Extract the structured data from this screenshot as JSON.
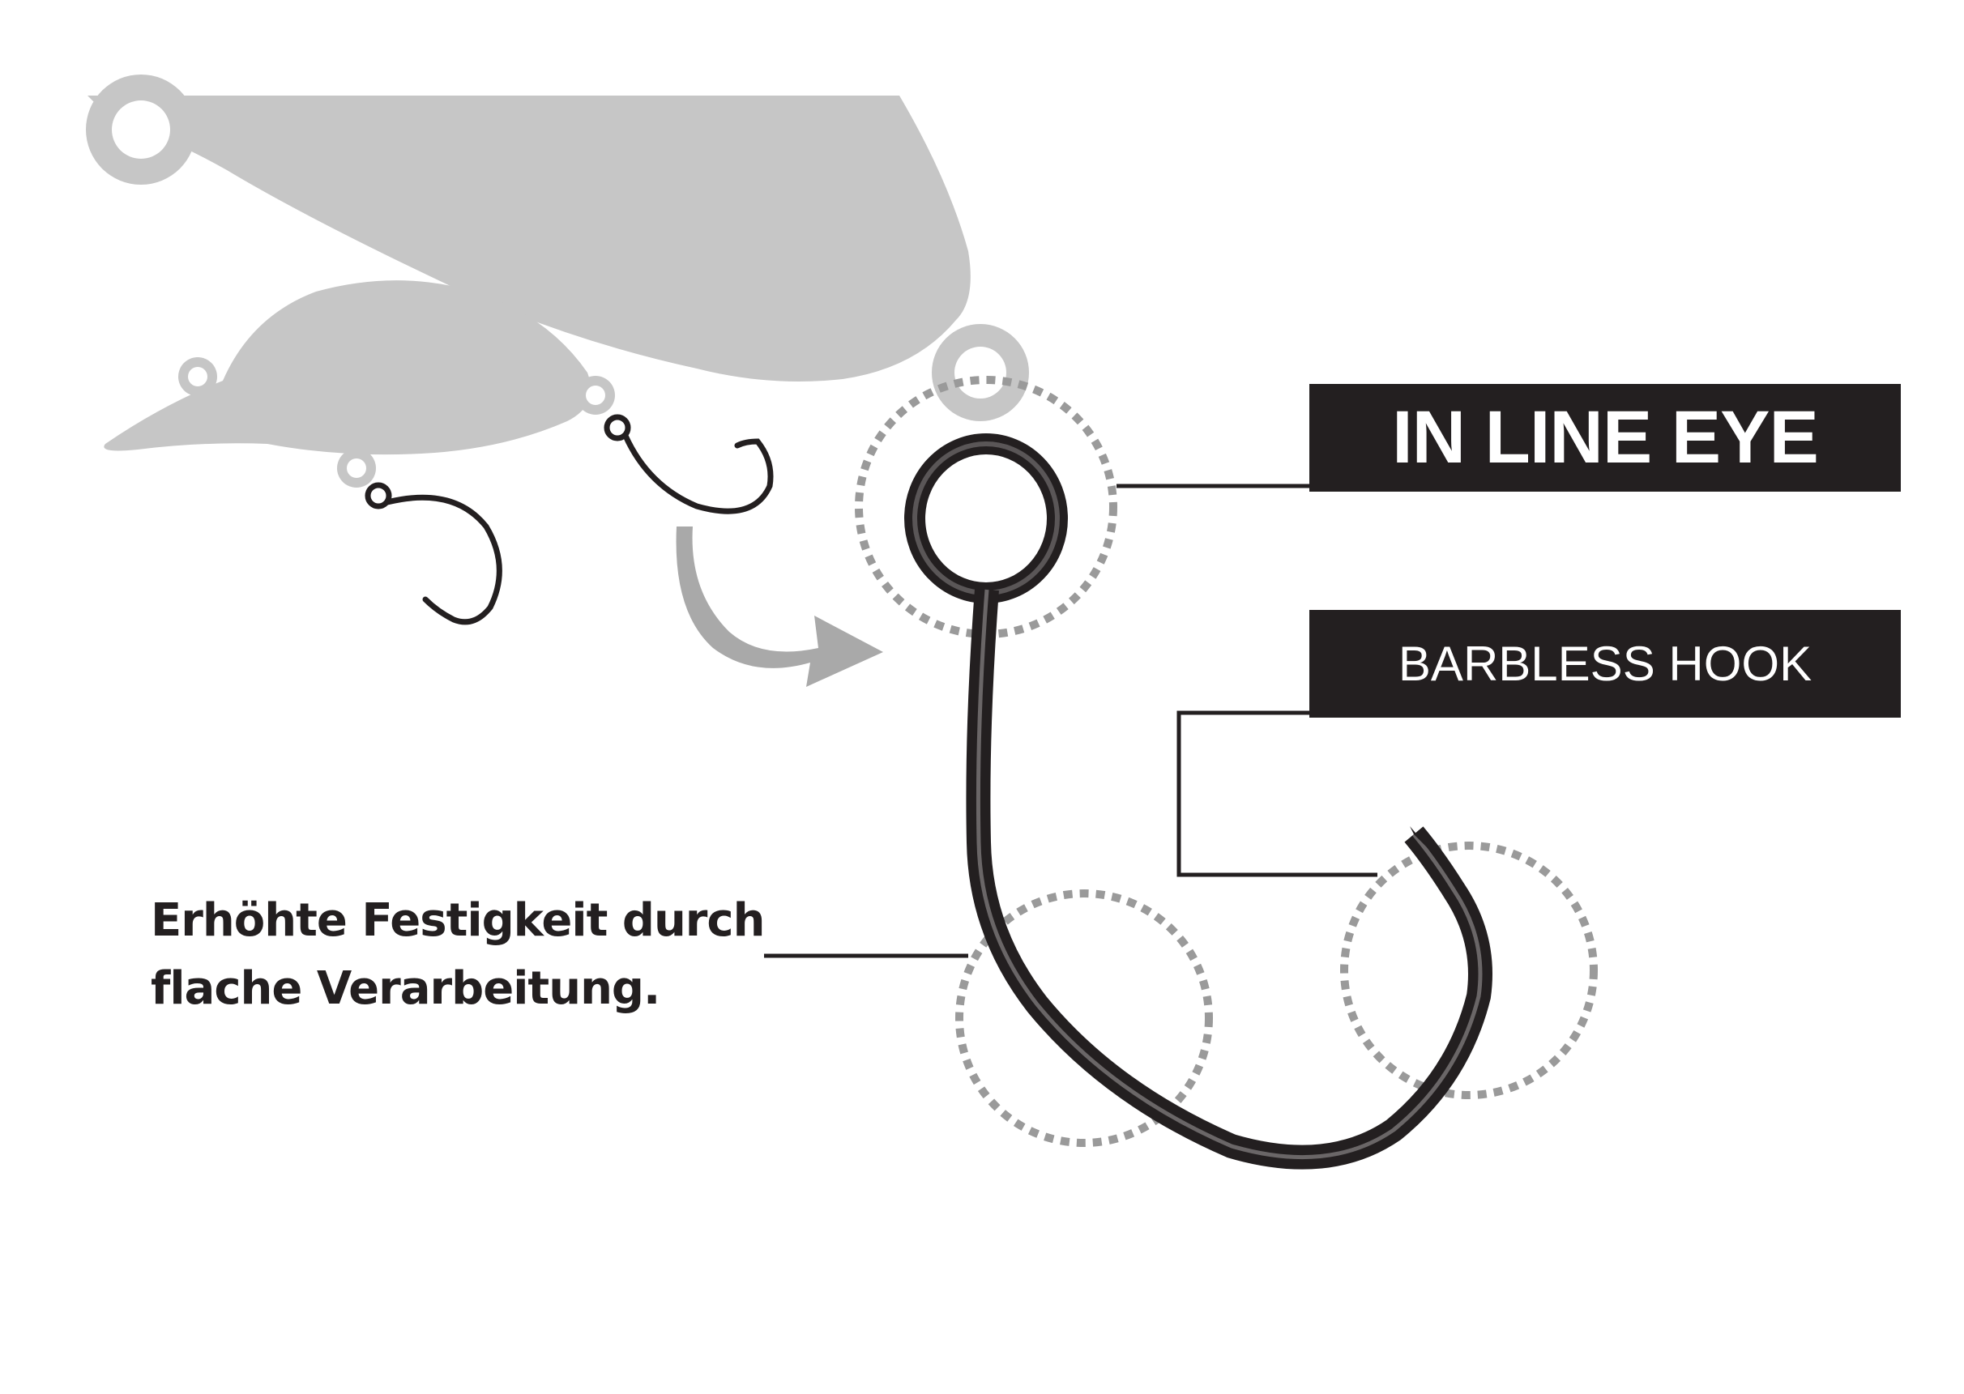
{
  "labels": {
    "in_line_eye": "IN LINE EYE",
    "barbless_hook": "BARBLESS HOOK"
  },
  "caption": {
    "line1": "Erhöhte Festigkeit durch",
    "line2": "flache Verarbeitung."
  },
  "colors": {
    "lure_gray": "#c6c6c6",
    "arrow_gray": "#a9a9a9",
    "hook_black": "#231f20",
    "dotted_circle": "#9a9a9a",
    "label_bg": "#231f20",
    "label_text": "#ffffff"
  },
  "icons": [
    "lure-silhouette-large",
    "lure-silhouette-small",
    "small-hook",
    "curved-arrow",
    "inline-eye-hook"
  ]
}
